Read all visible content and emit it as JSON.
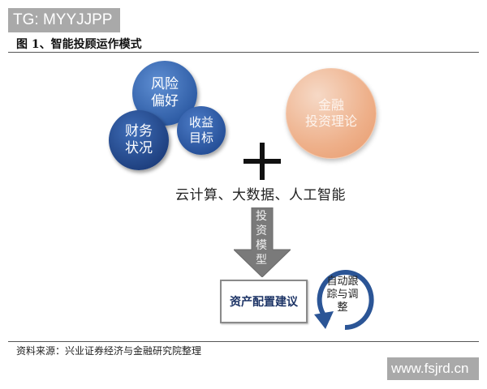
{
  "watermark_top": "TG: MYYJJPP",
  "figure_title": "图 1、智能投顾运作模式",
  "circles": {
    "risk": "风险\n偏好",
    "finance": "财务\n状况",
    "return": "收益\n目标",
    "theory": "金融\n投资理论"
  },
  "plus_symbol": "+",
  "technologies": "云计算、大数据、人工智能",
  "arrow_label": "投资模型",
  "output_box": "资产配置建议",
  "cycle_label": "自动跟踪与调整",
  "source": "资料来源：兴业证券经济与金融研究院整理",
  "watermark_bottom": "www.fsjrd.cn",
  "colors": {
    "blue_dark": "#1e3f7e",
    "blue_mid": "#2c5aa3",
    "peach": "#eeb08a",
    "arrow_gray": "#7a7a7a",
    "cycle_blue": "#2b5596",
    "box_text": "#1d3466"
  }
}
